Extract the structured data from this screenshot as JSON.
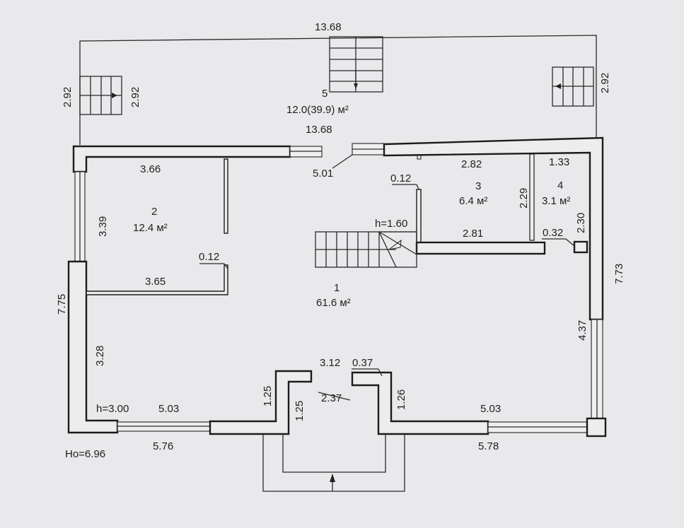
{
  "plan": {
    "terrace": {
      "number": "5",
      "area": "12.0(39.9) м²",
      "width_top": "13.68",
      "width_bottom": "13.68",
      "depth_left_outer": "2.92",
      "depth_left_stair": "2.92",
      "depth_right": "2.92"
    },
    "room1": {
      "number": "1",
      "area": "61.6 м²"
    },
    "room2": {
      "number": "2",
      "area": "12.4 м²",
      "width_top": "3.66",
      "height": "3.39",
      "wall": "0.12",
      "width_bottom": "3.65"
    },
    "room3": {
      "number": "3",
      "area": "6.4 м²",
      "width_top": "2.82",
      "width_bottom": "2.81",
      "height": "2.29",
      "wall": "0.12"
    },
    "room4": {
      "number": "4",
      "area": "3.1 м²",
      "width": "1.33",
      "height": "2.30",
      "column": "0.32"
    },
    "dims": {
      "door_top": "5.01",
      "stair_height": "h=1.60",
      "left_total": "7.75",
      "left_lower": "3.28",
      "right_total": "7.73",
      "right_lower": "4.37",
      "ceiling": "h=3.00",
      "bottom_left_inner": "5.03",
      "bottom_left_outer": "5.76",
      "bottom_right_inner": "5.03",
      "bottom_right_outer": "5.78",
      "porch_width": "3.12",
      "porch_wall": "0.37",
      "porch_depth": "2.37",
      "porch_left_a": "1.25",
      "porch_left_b": "1.25",
      "porch_right": "1.26",
      "elevation": "Ho=6.96"
    }
  }
}
